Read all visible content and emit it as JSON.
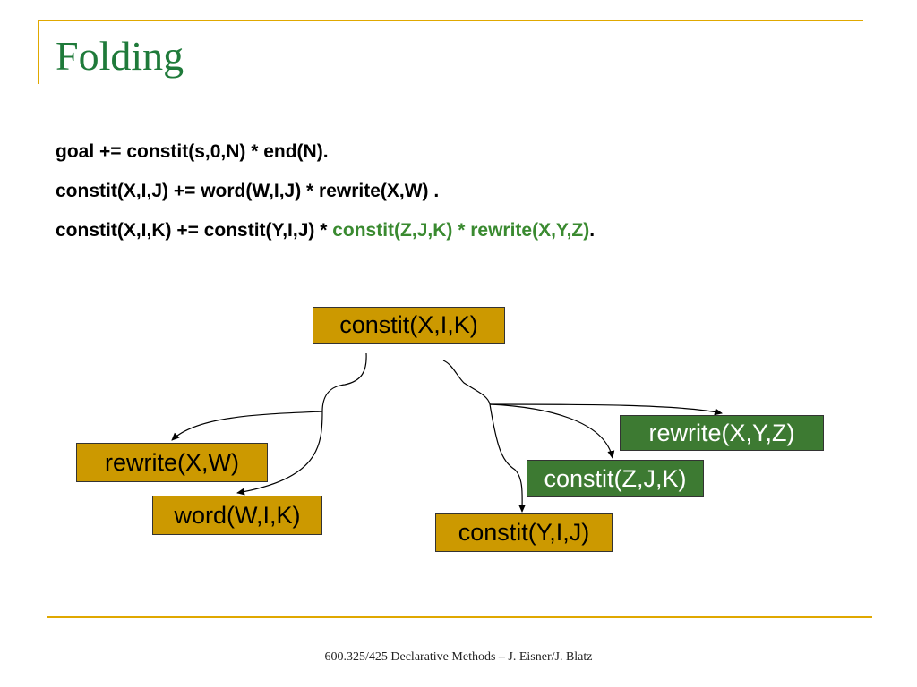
{
  "slide": {
    "title": "Folding",
    "rules": [
      {
        "parts": [
          {
            "text": "goal += constit(s,0,N) * end(N).",
            "highlight": false
          }
        ]
      },
      {
        "parts": [
          {
            "text": "constit(X,I,J) += word(W,I,J) * rewrite(X,W) .",
            "highlight": false
          }
        ]
      },
      {
        "parts": [
          {
            "text": "constit(X,I,K) += constit(Y,I,J) * ",
            "highlight": false
          },
          {
            "text": "constit(Z,J,K) * rewrite(X,Y,Z)",
            "highlight": true
          },
          {
            "text": ".",
            "highlight": false
          }
        ]
      }
    ],
    "nodes": {
      "root": "constit(X,I,K)",
      "rewrite_xw": "rewrite(X,W)",
      "word": "word(W,I,K)",
      "rewrite_xyz": "rewrite(X,Y,Z)",
      "constit_zjk": "constit(Z,J,K)",
      "constit_yij": "constit(Y,I,J)"
    },
    "footer": "600.325/425 Declarative Methods – J. Eisner/J. Blatz"
  },
  "colors": {
    "title": "#1f7a3a",
    "accent_rule": "#e0a800",
    "node_gold": "#cc9900",
    "node_green": "#3d7a32",
    "highlight_text": "#3a8a30"
  }
}
